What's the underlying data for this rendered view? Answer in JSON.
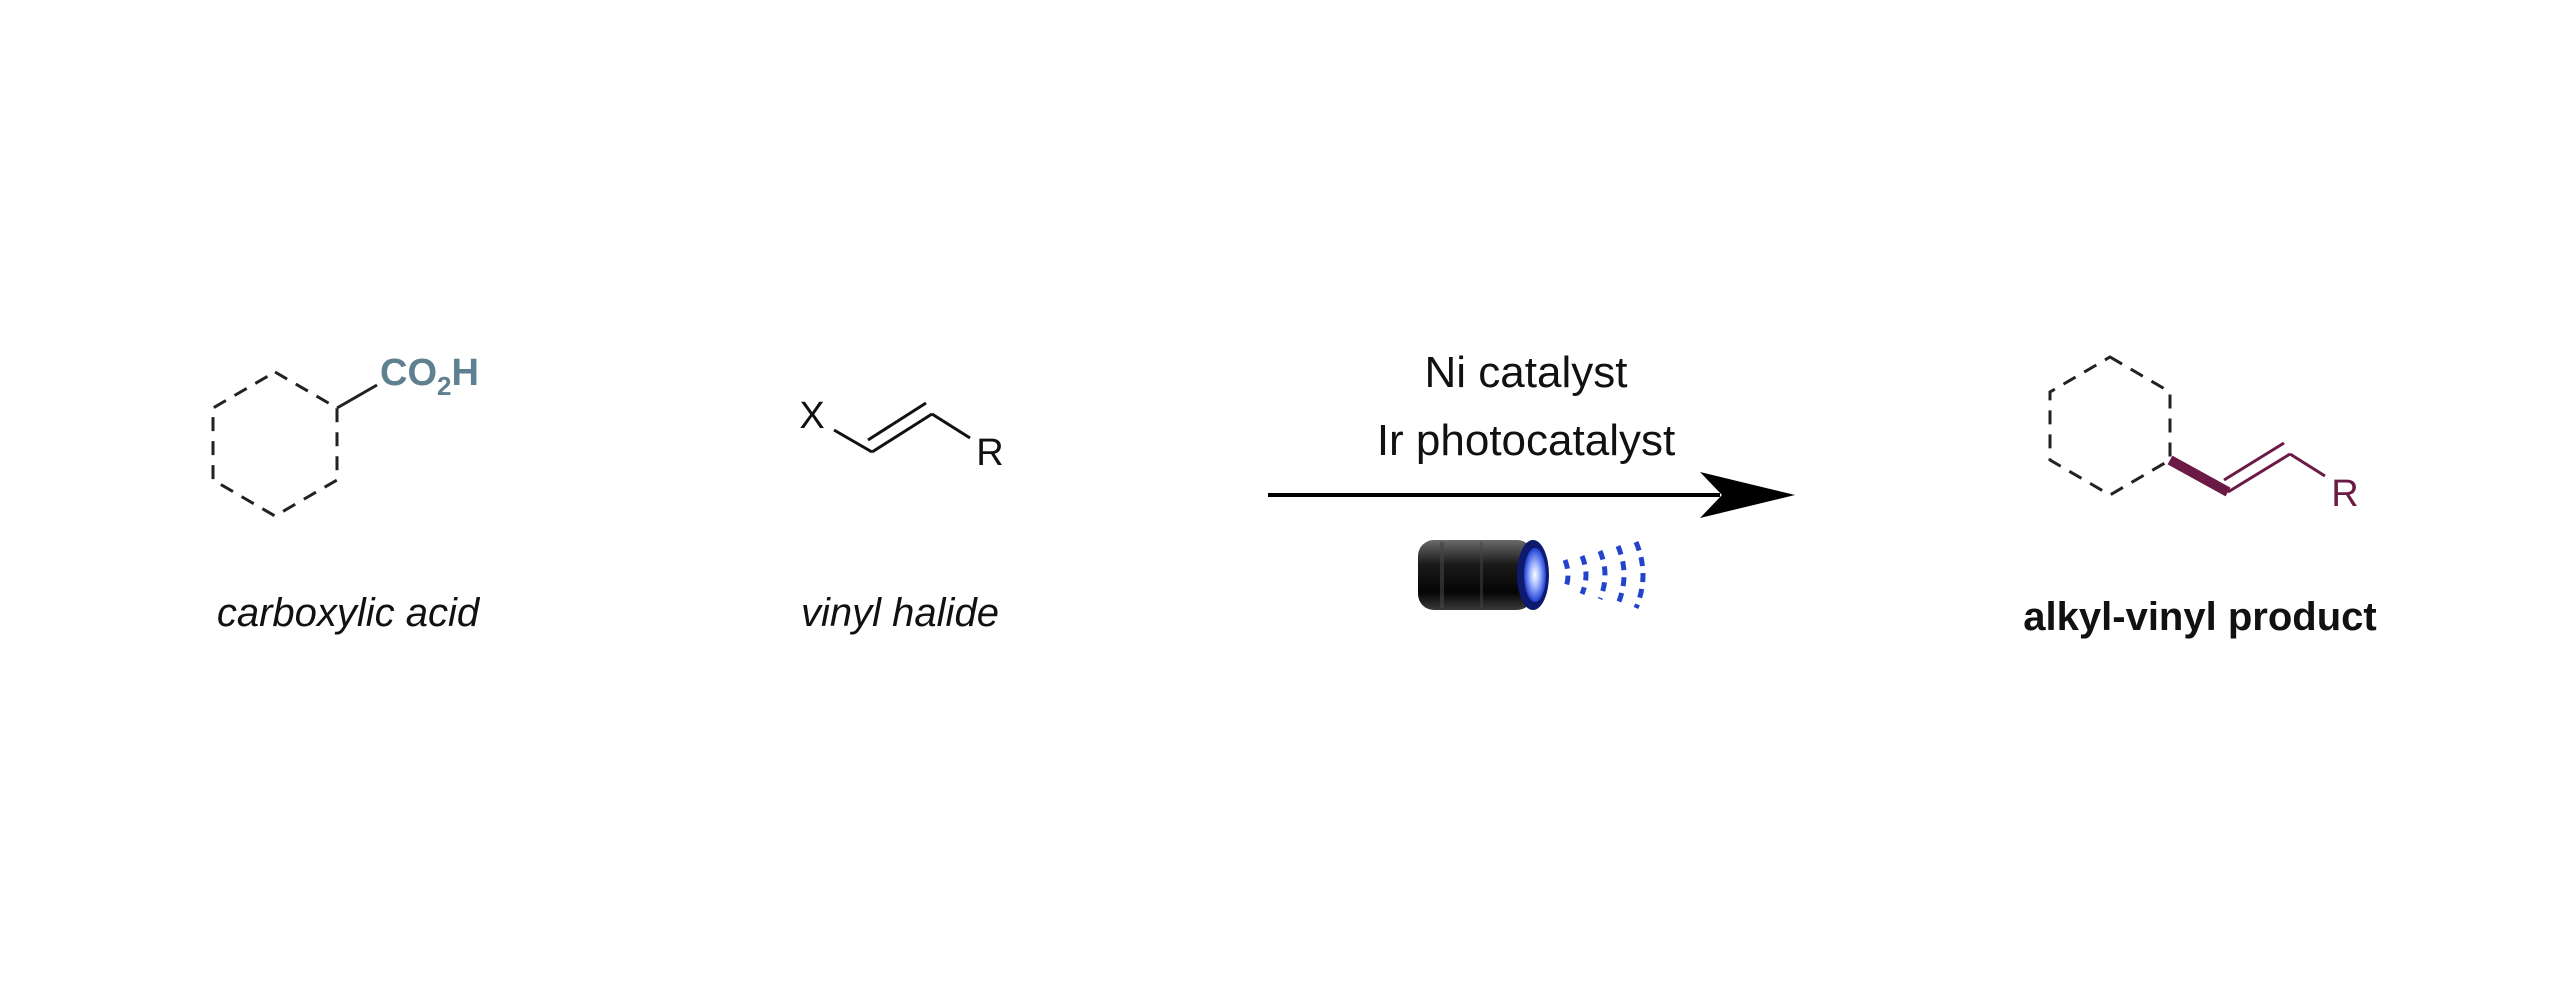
{
  "scheme": {
    "reactant1": {
      "label": "carboxylic acid",
      "group_main": "CO",
      "group_sub": "2",
      "group_end": "H",
      "group_color": "#5e8090"
    },
    "reactant2": {
      "label": "vinyl halide",
      "atom_x": "X",
      "atom_r": "R"
    },
    "conditions": {
      "line1": "Ni catalyst",
      "line2": "Ir photocatalyst",
      "light_icon": "blue-led-lamp-icon",
      "light_color": "#2244cc"
    },
    "product": {
      "label": "alkyl-vinyl product",
      "atom_r": "R",
      "highlight_color": "#6b1a45"
    }
  }
}
